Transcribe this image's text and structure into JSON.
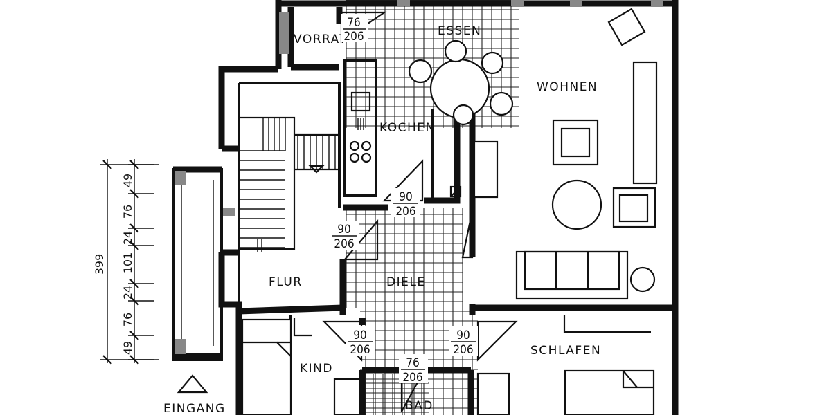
{
  "rooms": {
    "vorrat": "VORRAT",
    "essen": "ESSEN",
    "wohnen": "WOHNEN",
    "kochen": "KOCHEN",
    "flur": "FLUR",
    "diele": "DIELE",
    "schlafen": "SCHLAFEN",
    "kind": "KIND",
    "bad": "BAD",
    "eingang": "EINGANG"
  },
  "doors": [
    {
      "w": "76",
      "h": "206"
    },
    {
      "w": "90",
      "h": "206"
    },
    {
      "w": "90",
      "h": "206"
    },
    {
      "w": "90",
      "h": "206"
    },
    {
      "w": "90",
      "h": "206"
    },
    {
      "w": "76",
      "h": "206"
    }
  ],
  "left_dimensions": {
    "total": "399",
    "segments": [
      "49",
      "76",
      "24",
      "101",
      "24",
      "76",
      "49"
    ]
  }
}
